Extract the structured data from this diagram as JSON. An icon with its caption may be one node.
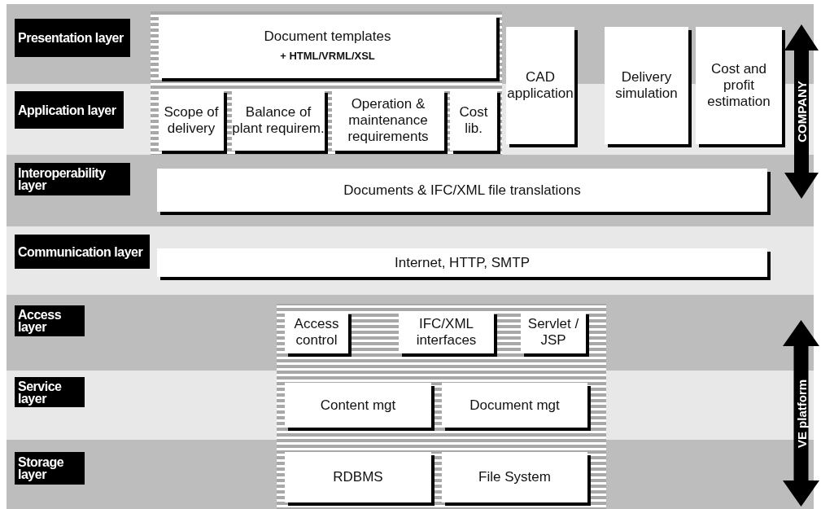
{
  "diagram": {
    "nodes": [
      {
        "text": [
          "Presentation layer"
        ]
      },
      {
        "text": [
          "Document templates",
          "+ HTML/VRML/XSL"
        ]
      },
      {
        "text": [
          "CAD application"
        ]
      },
      {
        "text": [
          "Delivery simulation"
        ]
      },
      {
        "text": [
          "Cost and profit estimation"
        ]
      },
      {
        "text": [
          "COMPANY"
        ]
      },
      {
        "text": [
          "Application layer"
        ]
      },
      {
        "text": [
          "Scope of delivery"
        ]
      },
      {
        "text": [
          "Balance of plant requirem."
        ]
      },
      {
        "text": [
          "Operation & maintenance requirements"
        ]
      },
      {
        "text": [
          "Cost lib."
        ]
      },
      {
        "text": [
          "Interoperability layer"
        ]
      },
      {
        "text": [
          "Documents & IFC/XML file translations"
        ]
      },
      {
        "text": [
          "Communication layer"
        ]
      },
      {
        "text": [
          "Internet, HTTP, SMTP"
        ]
      },
      {
        "text": [
          "Access layer"
        ]
      },
      {
        "text": [
          "Access control"
        ]
      },
      {
        "text": [
          "IFC/XML interfaces"
        ]
      },
      {
        "text": [
          "Servlet / JSP"
        ]
      },
      {
        "text": [
          "VE platform"
        ]
      },
      {
        "text": [
          "Service layer"
        ]
      },
      {
        "text": [
          "Content mgt"
        ]
      },
      {
        "text": [
          "Document mgt"
        ]
      },
      {
        "text": [
          "Storage layer"
        ]
      },
      {
        "text": [
          "RDBMS"
        ]
      },
      {
        "text": [
          "File System"
        ]
      }
    ]
  }
}
